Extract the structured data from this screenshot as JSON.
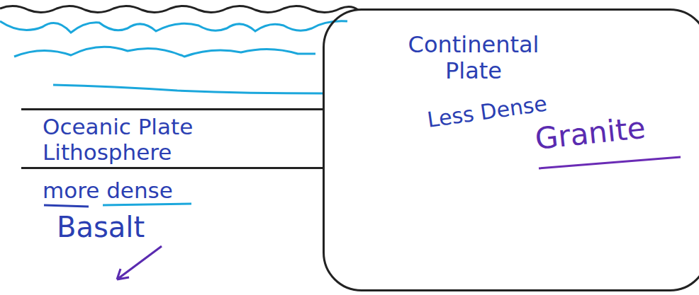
{
  "diagram": {
    "nodes": [
      {
        "text": [
          "Oceanic Plate Lithosphere"
        ]
      },
      {
        "text": [
          "Continental Plate",
          "Less Dense",
          "Granite"
        ]
      }
    ],
    "labels": [
      "more dense",
      "Basalt"
    ]
  }
}
